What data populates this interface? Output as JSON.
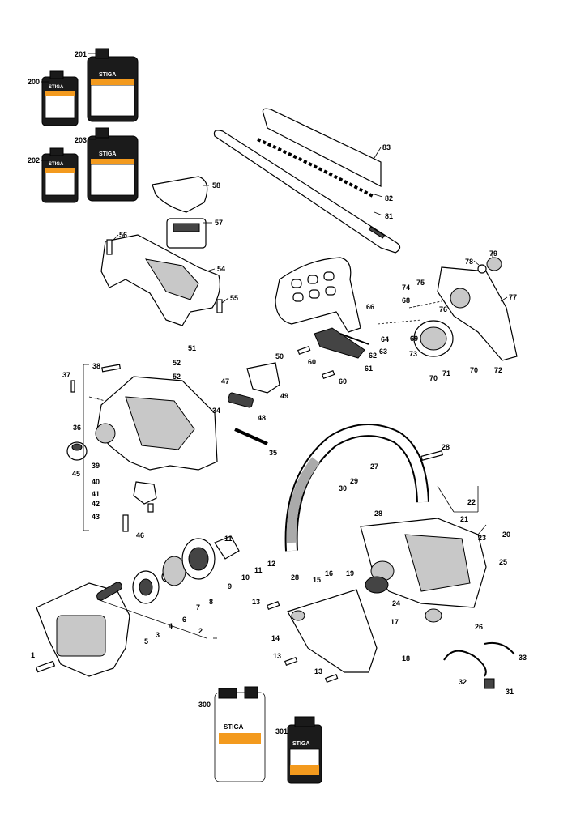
{
  "diagram": {
    "brand": "STIGA",
    "labels": {
      "l1": "1",
      "l2": "2",
      "l3": "3",
      "l4": "4",
      "l5": "5",
      "l6": "6",
      "l7": "7",
      "l8": "8",
      "l9": "9",
      "l10": "10",
      "l11": "11",
      "l12": "12",
      "l13a": "13",
      "l13b": "13",
      "l13c": "13",
      "l14": "14",
      "l15": "15",
      "l16": "16",
      "l17": "17",
      "l18": "18",
      "l19": "19",
      "l20": "20",
      "l21": "21",
      "l22": "22",
      "l23": "23",
      "l24": "24",
      "l25": "25",
      "l26": "26",
      "l27": "27",
      "l28a": "28",
      "l28b": "28",
      "l28c": "28",
      "l29": "29",
      "l30": "30",
      "l31": "31",
      "l32": "32",
      "l33": "33",
      "l34": "34",
      "l35": "35",
      "l36": "36",
      "l37": "37",
      "l38": "38",
      "l39": "39",
      "l40": "40",
      "l41": "41",
      "l42": "42",
      "l43": "43",
      "l45": "45",
      "l46": "46",
      "l47": "47",
      "l48": "48",
      "l49": "49",
      "l50": "50",
      "l51": "51",
      "l52a": "52",
      "l52b": "52",
      "l54": "54",
      "l55": "55",
      "l56": "56",
      "l57": "57",
      "l58": "58",
      "l60a": "60",
      "l60b": "60",
      "l61": "61",
      "l62": "62",
      "l63": "63",
      "l64": "64",
      "l66": "66",
      "l68": "68",
      "l69": "69",
      "l70a": "70",
      "l70b": "70",
      "l71": "71",
      "l72": "72",
      "l73": "73",
      "l74": "74",
      "l75": "75",
      "l76": "76",
      "l77": "77",
      "l78": "78",
      "l79": "79",
      "l81": "81",
      "l82": "82",
      "l83": "83",
      "l200": "200",
      "l201": "201",
      "l202": "202",
      "l203": "203",
      "l300": "300",
      "l301": "301"
    }
  }
}
